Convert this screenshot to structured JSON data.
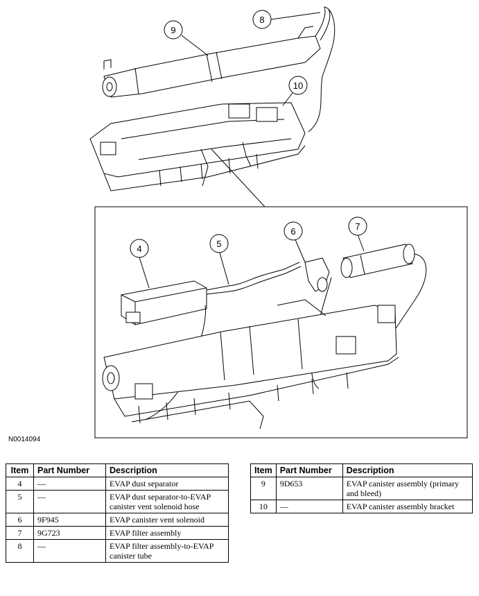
{
  "figure": {
    "id": "N0014094",
    "callouts": [
      "9",
      "8",
      "10",
      "4",
      "5",
      "6",
      "7"
    ]
  },
  "table_left": {
    "headers": [
      "Item",
      "Part Number",
      "Description"
    ],
    "rows": [
      {
        "item": "4",
        "part": "—",
        "desc": "EVAP dust separator"
      },
      {
        "item": "5",
        "part": "—",
        "desc": "EVAP dust separator-to-EVAP canister vent solenoid hose"
      },
      {
        "item": "6",
        "part": "9F945",
        "desc": "EVAP canister vent solenoid"
      },
      {
        "item": "7",
        "part": "9G723",
        "desc": "EVAP filter assembly"
      },
      {
        "item": "8",
        "part": "—",
        "desc": "EVAP filter assembly-to-EVAP canister tube"
      }
    ]
  },
  "table_right": {
    "headers": [
      "Item",
      "Part Number",
      "Description"
    ],
    "rows": [
      {
        "item": "9",
        "part": "9D653",
        "desc": "EVAP canister assembly (primary and bleed)"
      },
      {
        "item": "10",
        "part": "—",
        "desc": "EVAP canister assembly bracket"
      }
    ]
  }
}
